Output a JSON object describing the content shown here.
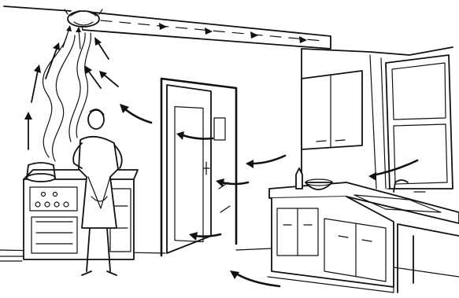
{
  "illustration": {
    "ink_color": "#111111",
    "paper_color": "#ffffff",
    "elements": [
      "ceiling-exhaust-fan",
      "ceiling-duct",
      "range-stove",
      "cooking-pot",
      "rising-steam",
      "woman-cooking",
      "open-door",
      "upper-cabinets",
      "window",
      "sink-counter",
      "lower-cabinets",
      "mixing-bowl",
      "bottle",
      "faucet",
      "airflow-arrows"
    ]
  }
}
